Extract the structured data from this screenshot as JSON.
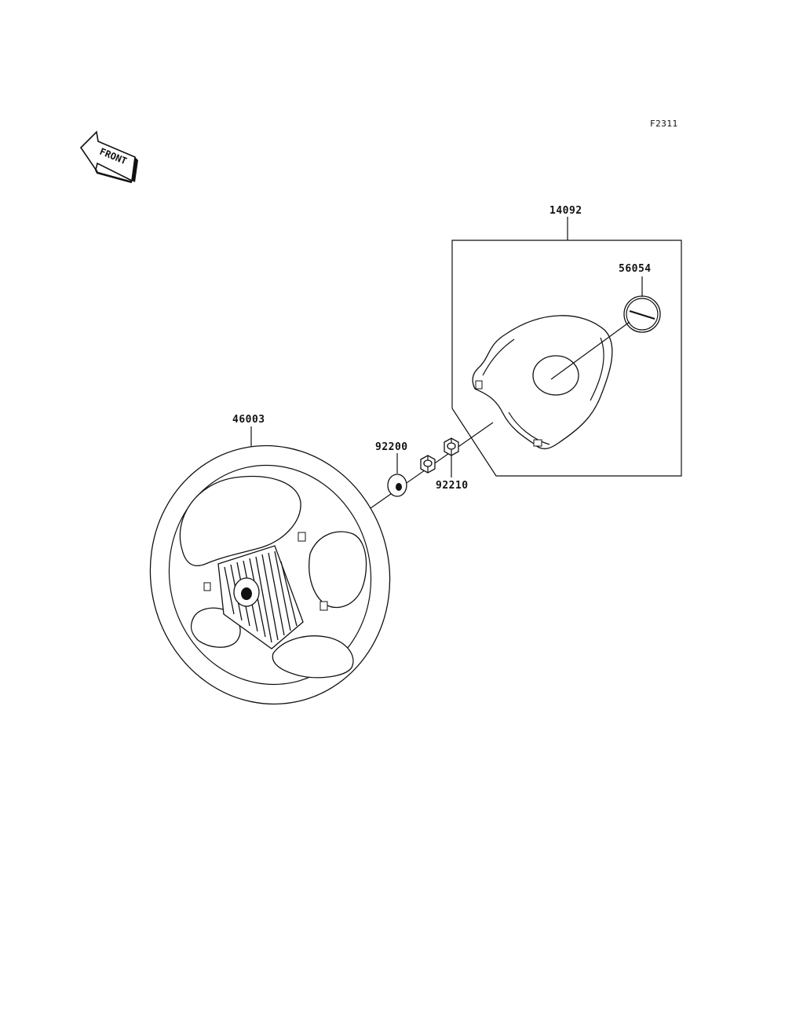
{
  "figure_code": "F2311",
  "front_indicator": {
    "text": "FRONT",
    "icon": "front-arrow-icon"
  },
  "parts": [
    {
      "number": "14092",
      "part": "horn-pad-cover"
    },
    {
      "number": "56054",
      "part": "emblem-mark"
    },
    {
      "number": "46003",
      "part": "steering-wheel"
    },
    {
      "number": "92200",
      "part": "washer"
    },
    {
      "number": "92210",
      "part": "nut"
    }
  ]
}
